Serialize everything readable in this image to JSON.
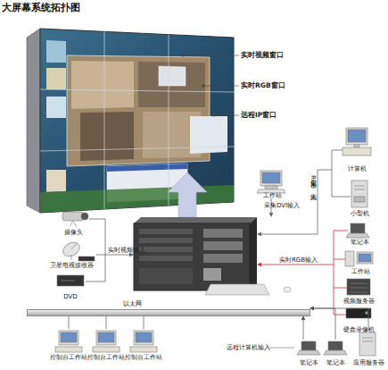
{
  "diagram": {
    "title": "大屏幕系统拓扑图",
    "nodes": [
      {
        "text": [
          "计算机"
        ]
      },
      {
        "text": [
          "工作站"
        ]
      },
      {
        "text": [
          "小型机"
        ]
      },
      {
        "text": [
          "摄像头"
        ]
      },
      {
        "text": [
          "笔记本"
        ]
      },
      {
        "text": [
          "卫星电视接收器"
        ]
      },
      {
        "text": [
          "工作站"
        ]
      },
      {
        "text": [
          "DVD"
        ]
      },
      {
        "text": [
          "视频服务器"
        ]
      },
      {
        "text": [
          "以太网"
        ]
      },
      {
        "text": [
          "硬盘录像机"
        ]
      },
      {
        "text": [
          "控制台工作站"
        ]
      },
      {
        "text": [
          "控制台工作站"
        ]
      },
      {
        "text": [
          "控制台工作站"
        ]
      },
      {
        "text": [
          "笔记本"
        ]
      },
      {
        "text": [
          "笔记本"
        ]
      },
      {
        "text": [
          "应用服务器"
        ]
      }
    ],
    "edges": [
      {
        "from": 11,
        "to": 9,
        "arrow": "none"
      },
      {
        "from": 12,
        "to": 9,
        "arrow": "none"
      },
      {
        "from": 13,
        "to": 9,
        "arrow": "none"
      },
      {
        "from": 14,
        "to": 9,
        "arrow": "to"
      },
      {
        "from": 15,
        "to": 9,
        "arrow": "to"
      },
      {
        "from": 16,
        "to": 9,
        "arrow": "to"
      }
    ],
    "labels": [
      "实时视频窗口",
      "实时RGB窗口",
      "远程IP窗口",
      "采集DVI输入",
      "采集RGB输入",
      "实时RGB输入",
      "实时视频输入",
      "远程计算机输入"
    ]
  }
}
